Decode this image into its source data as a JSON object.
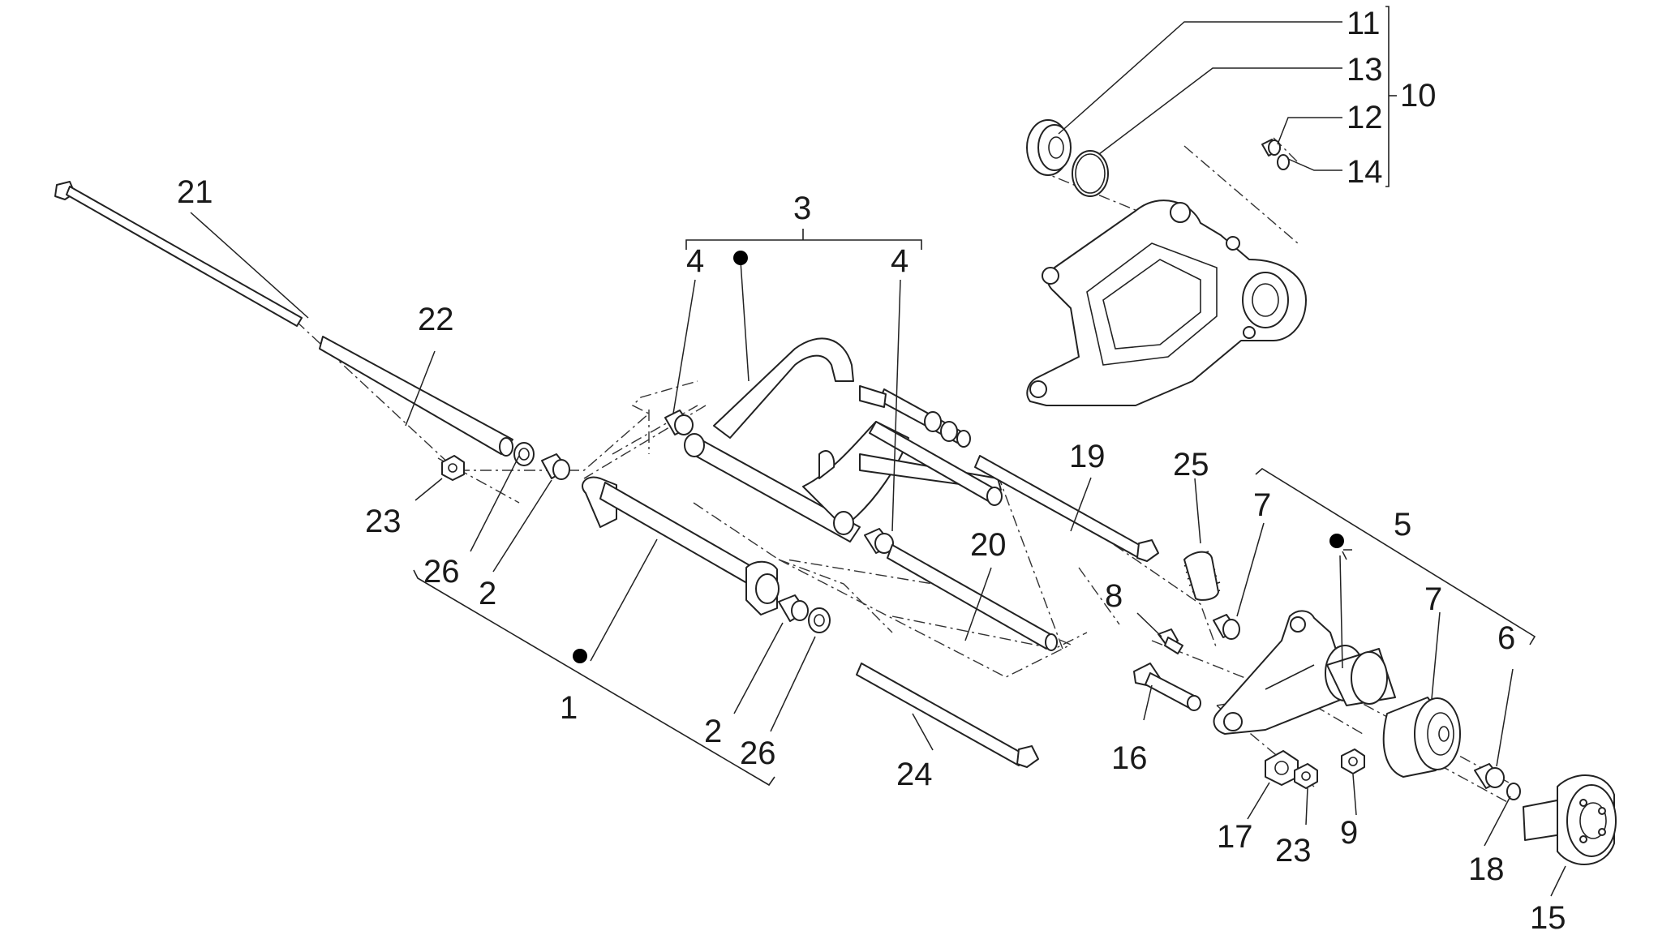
{
  "callouts": {
    "c1": "1",
    "c2a": "2",
    "c2b": "2",
    "c3": "3",
    "c4a": "4",
    "c4b": "4",
    "c5": "5",
    "c6": "6",
    "c7a": "7",
    "c7b": "7",
    "c8": "8",
    "c9": "9",
    "c10": "10",
    "c11": "11",
    "c12": "12",
    "c13": "13",
    "c14": "14",
    "c15": "15",
    "c16": "16",
    "c17": "17",
    "c18": "18",
    "c19": "19",
    "c20": "20",
    "c21": "21",
    "c22": "22",
    "c23a": "23",
    "c23b": "23",
    "c24": "24",
    "c25": "25",
    "c26a": "26",
    "c26b": "26"
  },
  "colors": {
    "line": "#222222",
    "background": "#ffffff",
    "dot": "#000000"
  }
}
